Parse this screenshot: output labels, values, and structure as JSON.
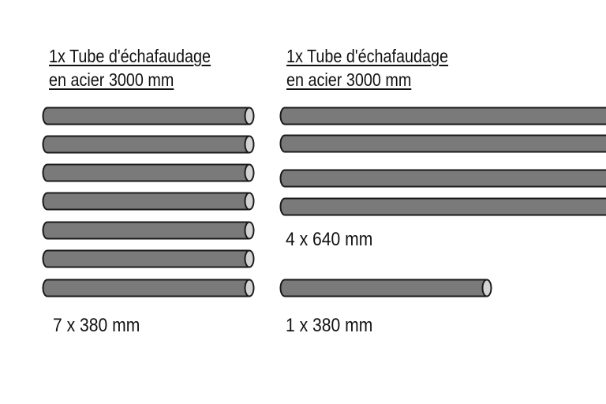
{
  "left_group": {
    "title_line1": "1x Tube d'échafaudage",
    "title_line2": "en acier 3000 mm",
    "tube_count": 7,
    "tube_length_mm": 380,
    "caption": "7 x 380 mm"
  },
  "right_group": {
    "title_line1": "1x Tube d'échafaudage",
    "title_line2": "en acier 3000 mm",
    "long_tubes": {
      "count": 4,
      "length_mm": 640,
      "caption": "4 x 640 mm"
    },
    "short_tubes": {
      "count": 1,
      "length_mm": 380,
      "caption": "1 x 380 mm"
    }
  },
  "colors": {
    "tube_fill": "#7a7a7a",
    "tube_stroke": "#1a1a1a",
    "tube_end": "#d4d4d4"
  }
}
